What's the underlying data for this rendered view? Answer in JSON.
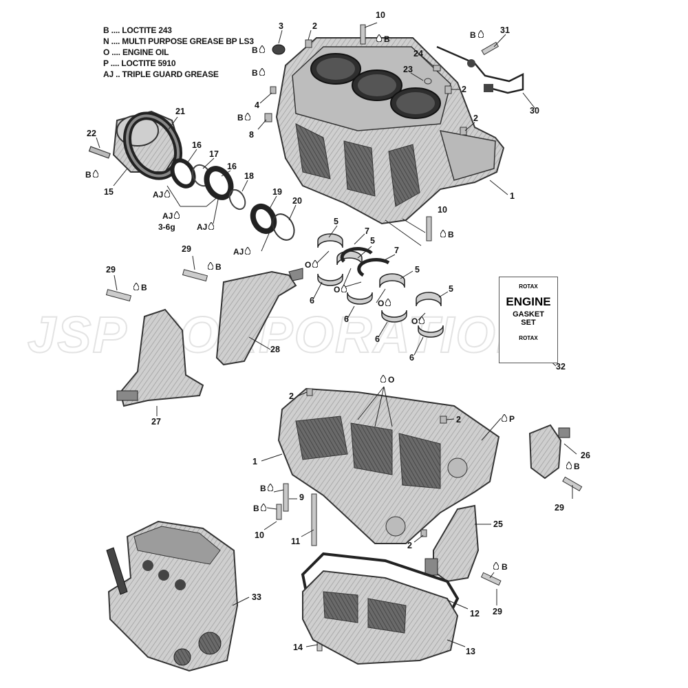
{
  "legend": [
    {
      "code": "B",
      "text": "B .... LOCTITE 243"
    },
    {
      "code": "N",
      "text": "N .... MULTI PURPOSE GREASE BP LS3"
    },
    {
      "code": "O",
      "text": "O .... ENGINE OIL"
    },
    {
      "code": "P",
      "text": "P .... LOCTITE 5910"
    },
    {
      "code": "AJ",
      "text": "AJ .. TRIPLE GUARD GREASE"
    }
  ],
  "watermark": "JSP CORPORATION",
  "gasket_kit": {
    "brand": "ROTAX",
    "line1": "ENGINE",
    "line2": "GASKET",
    "line3": "SET"
  },
  "annotations": {
    "grease_amount": "3-6g"
  },
  "colors": {
    "part_fill": "#d7d7d7",
    "part_dark": "#5c5c5c",
    "leader": "#222222",
    "watermark": "#e3e3e3"
  },
  "callouts": [
    {
      "num": "1"
    },
    {
      "num": "1"
    },
    {
      "num": "2"
    },
    {
      "num": "2"
    },
    {
      "num": "2"
    },
    {
      "num": "2"
    },
    {
      "num": "2"
    },
    {
      "num": "2"
    },
    {
      "num": "3"
    },
    {
      "num": "4"
    },
    {
      "num": "5"
    },
    {
      "num": "5"
    },
    {
      "num": "5"
    },
    {
      "num": "5"
    },
    {
      "num": "6"
    },
    {
      "num": "6"
    },
    {
      "num": "6"
    },
    {
      "num": "6"
    },
    {
      "num": "7"
    },
    {
      "num": "7"
    },
    {
      "num": "8"
    },
    {
      "num": "9"
    },
    {
      "num": "10"
    },
    {
      "num": "10"
    },
    {
      "num": "10"
    },
    {
      "num": "11"
    },
    {
      "num": "12"
    },
    {
      "num": "13"
    },
    {
      "num": "14"
    },
    {
      "num": "15"
    },
    {
      "num": "16"
    },
    {
      "num": "16"
    },
    {
      "num": "17"
    },
    {
      "num": "18"
    },
    {
      "num": "19"
    },
    {
      "num": "20"
    },
    {
      "num": "21"
    },
    {
      "num": "22"
    },
    {
      "num": "23"
    },
    {
      "num": "24"
    },
    {
      "num": "25"
    },
    {
      "num": "26"
    },
    {
      "num": "27"
    },
    {
      "num": "28"
    },
    {
      "num": "29"
    },
    {
      "num": "29"
    },
    {
      "num": "29"
    },
    {
      "num": "29"
    },
    {
      "num": "30"
    },
    {
      "num": "31"
    },
    {
      "num": "32"
    },
    {
      "num": "33"
    }
  ],
  "adhesive_marks": [
    {
      "code": "B"
    },
    {
      "code": "B"
    },
    {
      "code": "B"
    },
    {
      "code": "B"
    },
    {
      "code": "B"
    },
    {
      "code": "B"
    },
    {
      "code": "B"
    },
    {
      "code": "B"
    },
    {
      "code": "B"
    },
    {
      "code": "B"
    },
    {
      "code": "B"
    },
    {
      "code": "B"
    },
    {
      "code": "B"
    },
    {
      "code": "AJ"
    },
    {
      "code": "AJ"
    },
    {
      "code": "AJ"
    },
    {
      "code": "AJ"
    },
    {
      "code": "O"
    },
    {
      "code": "O"
    },
    {
      "code": "O"
    },
    {
      "code": "O"
    },
    {
      "code": "O"
    },
    {
      "code": "P"
    }
  ]
}
